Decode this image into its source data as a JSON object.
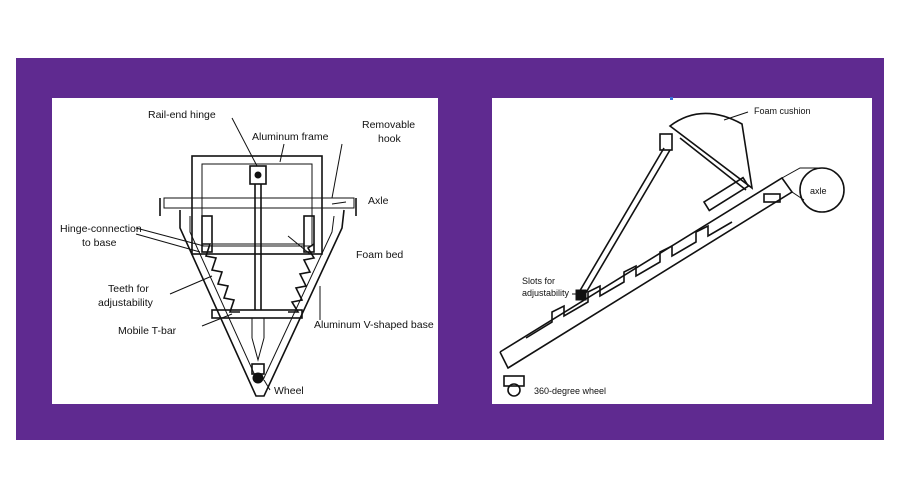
{
  "colors": {
    "frame_background": "#5f2a90",
    "panel_background": "#ffffff",
    "line": "#111111"
  },
  "left_diagram": {
    "labels": {
      "rail_end_hinge": "Rail-end hinge",
      "aluminum_frame": "Aluminum frame",
      "removable_hook_line1": "Removable",
      "removable_hook_line2": "hook",
      "axle": "Axle",
      "hinge_connection_line1": "Hinge-connection",
      "hinge_connection_line2": "to base",
      "foam_bed": "Foam bed",
      "teeth_line1": "Teeth for",
      "teeth_line2": "adjustability",
      "aluminum_v_base": "Aluminum V-shaped base",
      "mobile_t_bar": "Mobile T-bar",
      "wheel": "Wheel"
    }
  },
  "right_diagram": {
    "labels": {
      "foam_cushion": "Foam cushion",
      "axle": "axle",
      "slots_line1": "Slots for",
      "slots_line2": "adjustability",
      "wheel": "360-degree wheel"
    }
  }
}
